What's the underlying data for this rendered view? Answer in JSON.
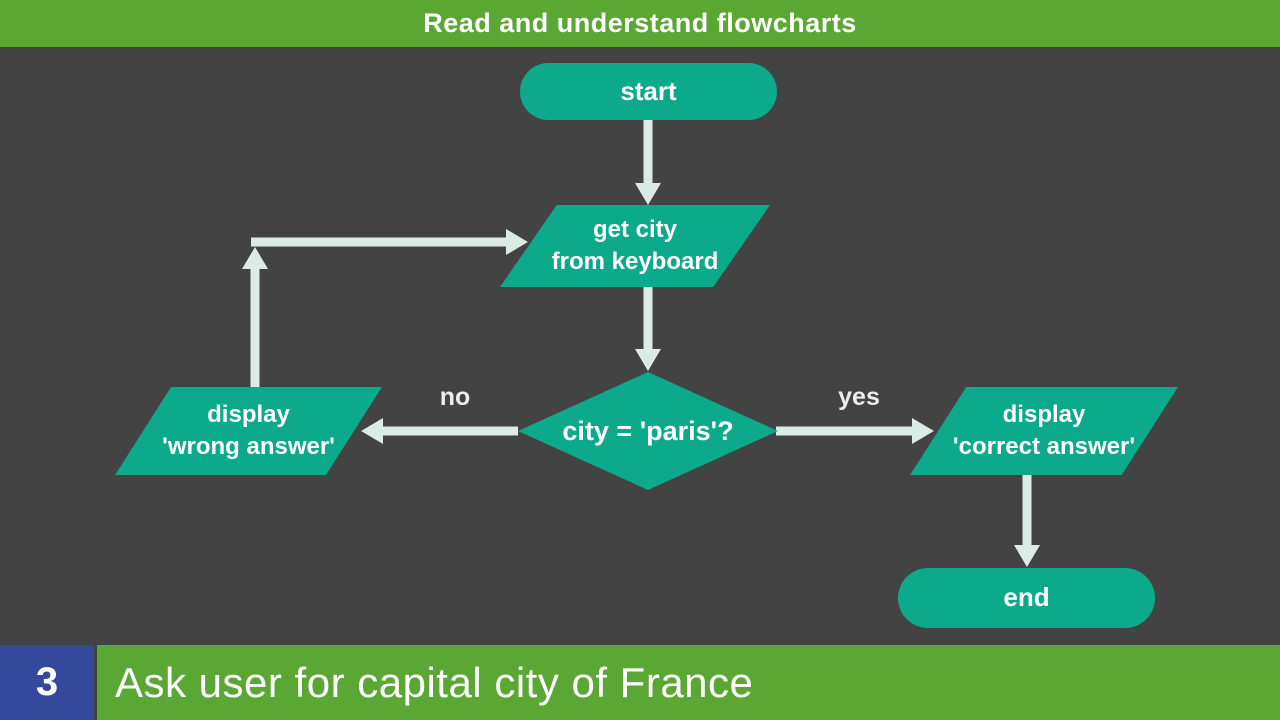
{
  "header": {
    "title": "Read and understand flowcharts"
  },
  "flowchart": {
    "nodes": {
      "start": {
        "type": "terminator",
        "label": "start"
      },
      "get_city": {
        "type": "input",
        "line1": "get city",
        "line2": "from keyboard"
      },
      "decision": {
        "type": "decision",
        "label": "city = 'paris'?"
      },
      "wrong": {
        "type": "output",
        "line1": "display",
        "line2": "'wrong answer'"
      },
      "correct": {
        "type": "output",
        "line1": "display",
        "line2": "'correct answer'"
      },
      "end": {
        "type": "terminator",
        "label": "end"
      }
    },
    "edge_labels": {
      "no": "no",
      "yes": "yes"
    }
  },
  "footer": {
    "step_number": "3",
    "caption": "Ask user for capital city of France"
  },
  "colors": {
    "title_bar_bg": "#5ba733",
    "canvas_bg": "#434343",
    "node_fill": "#0ca98b",
    "node_text": "#ffffff",
    "arrow": "#dcebe5",
    "edge_label_text": "#e9efec",
    "step_bg": "#34499c",
    "caption_bg": "#5ba733",
    "caption_text": "#ffffff"
  }
}
